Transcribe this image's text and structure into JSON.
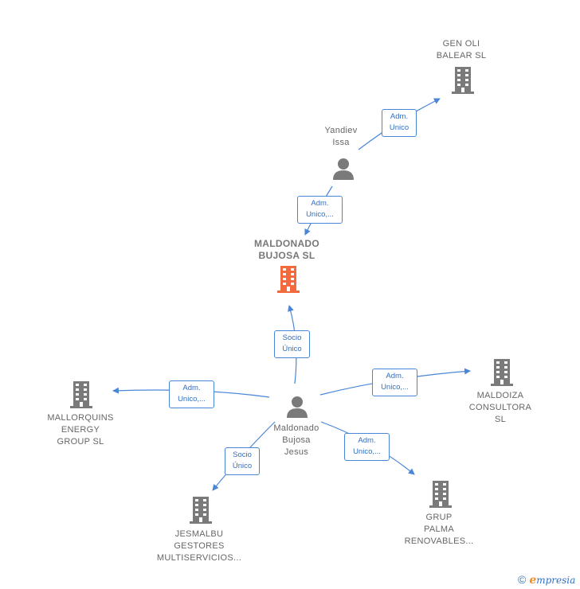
{
  "colors": {
    "company_gray": "#7a7a7a",
    "company_highlight": "#f26a3d",
    "person": "#7a7a7a",
    "edge": "#4a86d8"
  },
  "nodes": {
    "gen_oli": {
      "label": "GEN OLI\nBALEAR SL",
      "type": "company"
    },
    "yandiev": {
      "label": "Yandiev\nIssa",
      "type": "person"
    },
    "maldonado_bujosa_sl": {
      "label": "MALDONADO\nBUJOSA SL",
      "type": "company-main"
    },
    "maldonado_jesus": {
      "label": "Maldonado\nBujosa\nJesus",
      "type": "person"
    },
    "mallorquins": {
      "label": "MALLORQUINS\nENERGY\nGROUP SL",
      "type": "company"
    },
    "maldoiza": {
      "label": "MALDOIZA\nCONSULTORA\nSL",
      "type": "company"
    },
    "jesmalbu": {
      "label": "JESMALBU\nGESTORES\nMULTISERVICIOS...",
      "type": "company"
    },
    "grup_palma": {
      "label": "GRUP\nPALMA\nRENOVABLES...",
      "type": "company"
    }
  },
  "edges": {
    "yandiev_genoli": "Adm.\nUnico",
    "yandiev_maldonado_sl": "Adm.\nUnico,...",
    "jesus_maldonado_sl": "Socio\nÚnico",
    "jesus_mallorquins": "Adm.\nUnico,...",
    "jesus_maldoiza": "Adm.\nUnico,...",
    "jesus_jesmalbu": "Socio\nÚnico",
    "jesus_grup_palma": "Adm.\nUnico,..."
  },
  "brand": {
    "copyright": "©",
    "e": "e",
    "rest": "mpresia"
  }
}
